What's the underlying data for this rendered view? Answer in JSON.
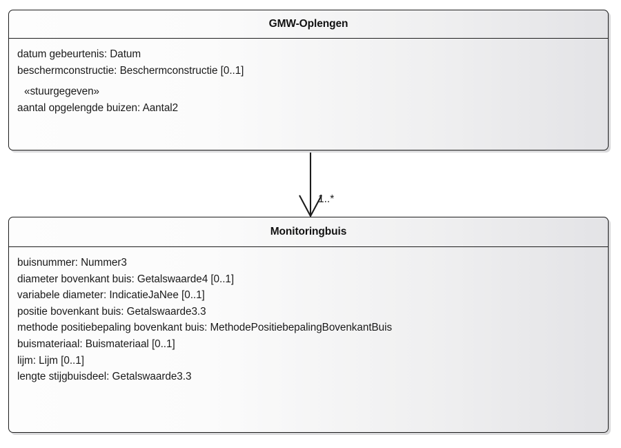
{
  "diagram": {
    "type": "uml-class-diagram",
    "background_color": "#ffffff",
    "classes": [
      {
        "id": "gmw-oplengen",
        "name": "GMW-Oplengen",
        "attributes": [
          {
            "text": "datum gebeurtenis: Datum",
            "stereotype": false
          },
          {
            "text": "beschermconstructie: Beschermconstructie [0..1]",
            "stereotype": false
          },
          {
            "text": "«stuurgegeven»",
            "stereotype": true
          },
          {
            "text": "aantal opgelengde buizen: Aantal2",
            "stereotype": false
          }
        ]
      },
      {
        "id": "monitoringbuis",
        "name": "Monitoringbuis",
        "attributes": [
          {
            "text": "buisnummer: Nummer3",
            "stereotype": false
          },
          {
            "text": "diameter bovenkant buis: Getalswaarde4 [0..1]",
            "stereotype": false
          },
          {
            "text": "variabele diameter: IndicatieJaNee [0..1]",
            "stereotype": false
          },
          {
            "text": "positie bovenkant buis: Getalswaarde3.3",
            "stereotype": false
          },
          {
            "text": "methode positiebepaling bovenkant buis: MethodePositiebepalingBovenkantBuis",
            "stereotype": false
          },
          {
            "text": "buismateriaal: Buismateriaal [0..1]",
            "stereotype": false
          },
          {
            "text": "lijm: Lijm [0..1]",
            "stereotype": false
          },
          {
            "text": "lengte stijgbuisdeel: Getalswaarde3.3",
            "stereotype": false
          }
        ]
      }
    ],
    "connector": {
      "kind": "association",
      "arrowhead": "open",
      "from": "gmw-oplengen",
      "to": "monitoringbuis",
      "target_multiplicity": "1..*",
      "line_color": "#1c1c1c"
    }
  }
}
